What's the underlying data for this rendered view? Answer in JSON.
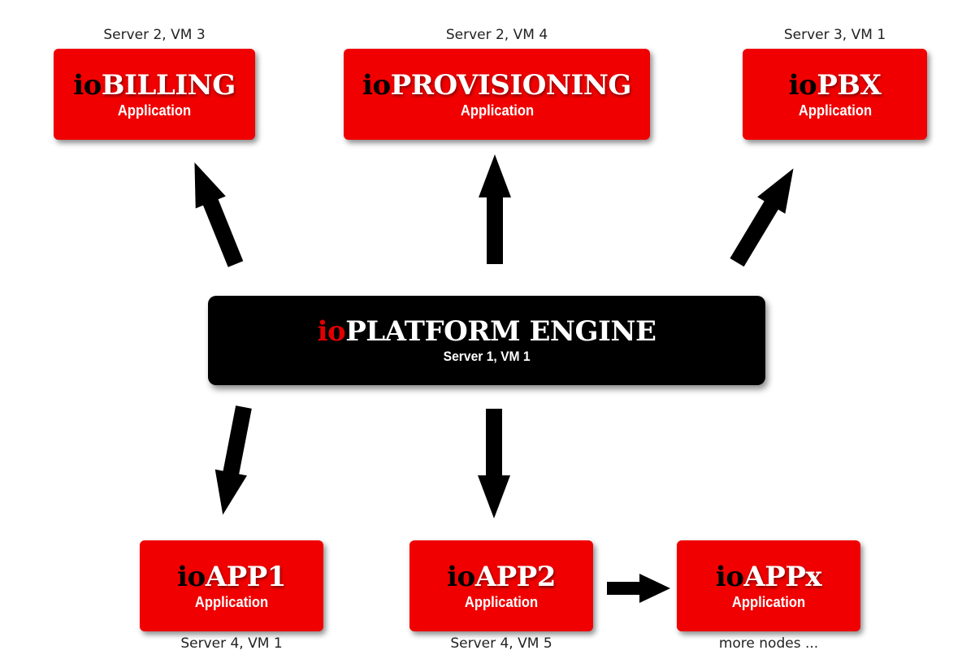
{
  "top_nodes": [
    {
      "caption": "Server 2, VM 3",
      "prefix": "io",
      "name": "BILLING",
      "subtitle": "Application"
    },
    {
      "caption": "Server 2, VM 4",
      "prefix": "io",
      "name": "PROVISIONING",
      "subtitle": "Application"
    },
    {
      "caption": "Server 3, VM 1",
      "prefix": "io",
      "name": "PBX",
      "subtitle": "Application"
    }
  ],
  "engine": {
    "prefix": "io",
    "name": "PLATFORM ENGINE",
    "subtitle": "Server 1, VM 1"
  },
  "bottom_nodes": [
    {
      "caption": "Server 4, VM 1",
      "prefix": "io",
      "name": "APP1",
      "subtitle": "Application"
    },
    {
      "caption": "Server 4, VM 5",
      "prefix": "io",
      "name": "APP2",
      "subtitle": "Application"
    },
    {
      "caption": "more nodes ...",
      "prefix": "io",
      "name": "APPx",
      "subtitle": "Application"
    }
  ],
  "colors": {
    "node": "#f00000",
    "engine": "#000000",
    "arrow": "#000000"
  }
}
